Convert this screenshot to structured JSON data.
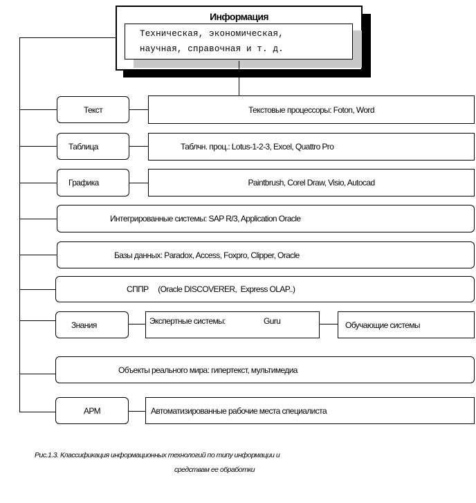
{
  "header": {
    "title": "Информация",
    "subtitle_line1": "Техническая, экономическая,",
    "subtitle_line2": "научная, справочная и т. д."
  },
  "rows": {
    "text": {
      "label": "Текст",
      "desc": "Текстовые процессоры: Foton, Word"
    },
    "table": {
      "label": "Таблица",
      "desc": "Таблчн. проц.: Lotus-1-2-3, Excel, Quattro Pro"
    },
    "graphics": {
      "label": "Графика",
      "desc": "Paintbrush, Corel Draw, Visio, Autocad"
    },
    "integrated": {
      "desc": "Интегрированные системы: SAP R/3, Application Oracle"
    },
    "databases": {
      "desc": "Базы данных: Paradox, Access, Foxpro, Clipper, Oracle"
    },
    "dss": {
      "desc": "СППР     (Oracle DISCOVERER,  Express OLAP..)"
    },
    "knowledge": {
      "label": "Знания",
      "expert": "Экспертные системы:",
      "expert_example": "Guru",
      "training": "Обучающие системы"
    },
    "realworld": {
      "desc": "Объекты реального мира: гипертекст, мультимедиа"
    },
    "arm": {
      "label": "АРМ",
      "desc": "Автоматизированные рабочие места специалиста"
    }
  },
  "caption": {
    "line1": "Рис.1.3. Классификация информационных технологий по типу информации и",
    "line2": "средствам ее обработки"
  }
}
